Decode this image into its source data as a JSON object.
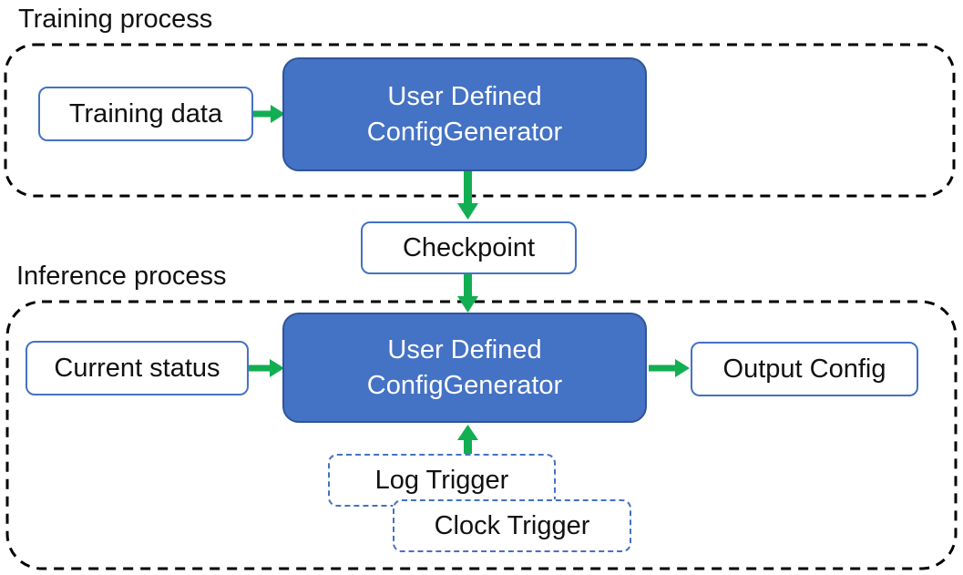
{
  "diagram": {
    "training": {
      "label": "Training process",
      "input": "Training data",
      "generator_line1": "User Defined",
      "generator_line2": "ConfigGenerator"
    },
    "checkpoint": "Checkpoint",
    "inference": {
      "label": "Inference process",
      "input": "Current status",
      "generator_line1": "User Defined",
      "generator_line2": "ConfigGenerator",
      "output": "Output Config",
      "log_trigger": "Log Trigger",
      "clock_trigger": "Clock Trigger"
    },
    "colors": {
      "node_fill": "#4472C4",
      "node_border": "#2F5597",
      "io_box_border": "#4472C4",
      "trigger_border": "#4472C4",
      "arrow_green": "#12AE52",
      "container_dash": "#000000",
      "text": "#111111",
      "node_text": "#FFFFFF"
    }
  }
}
